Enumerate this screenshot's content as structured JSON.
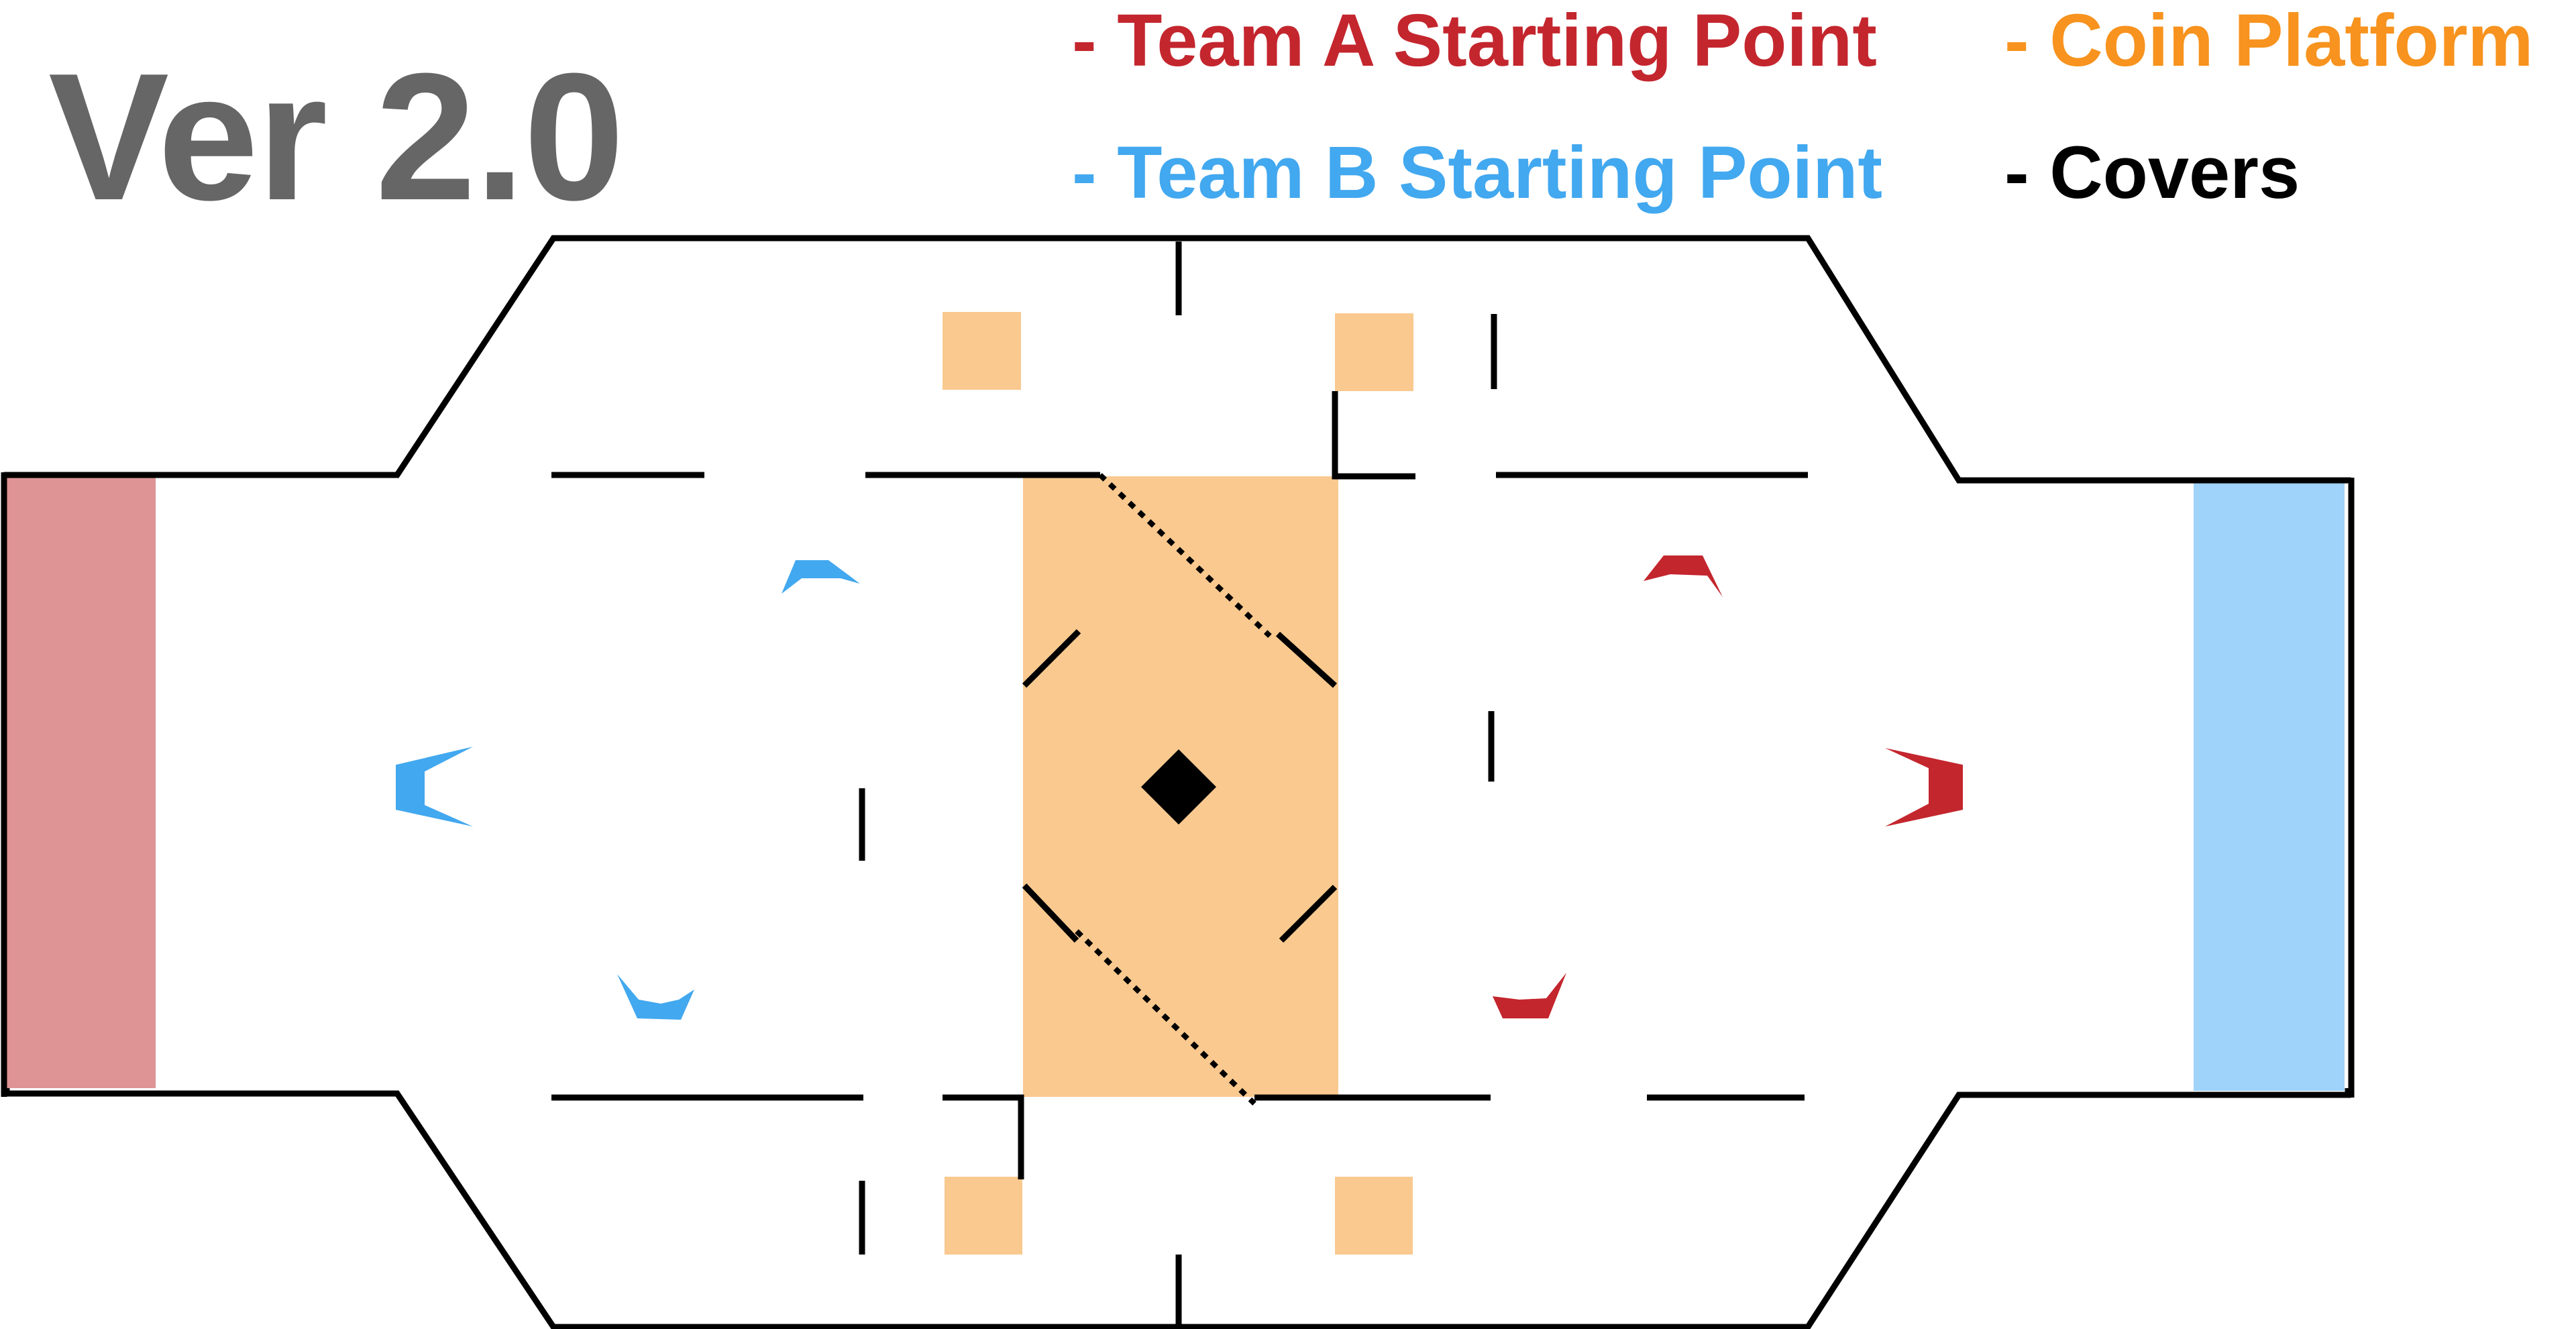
{
  "title": "Ver 2.0",
  "legend": {
    "team_a": "- Team A Starting Point",
    "team_b": "- Team B Starting Point",
    "coin": "- Coin Platform",
    "covers": "- Covers"
  },
  "colors": {
    "title": "#666666",
    "team_a": "#c4262e",
    "team_b": "#42a8ef",
    "coin": "#f7931e",
    "covers": "#000000",
    "coin_fill": "#f9c98f",
    "team_a_zone": "#de9395",
    "team_b_zone": "#a0d3f9",
    "walls": "#000000"
  },
  "map": {
    "spawn_zones": [
      "team-a-zone",
      "team-b-zone"
    ],
    "team_a_markers": 3,
    "team_b_markers": 3,
    "coin_platforms": 5,
    "center_objective": "diamond"
  }
}
